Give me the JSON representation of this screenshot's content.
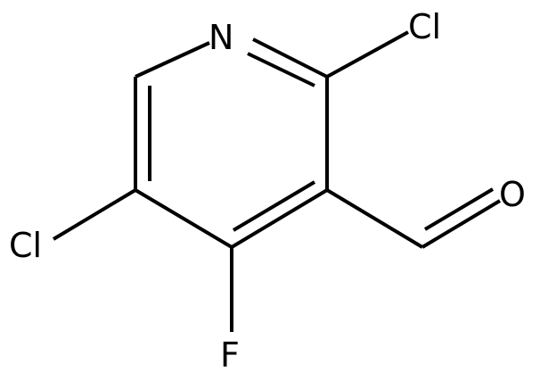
{
  "molecule": {
    "atoms": {
      "n1": "N",
      "cl2": "Cl",
      "cl5": "Cl",
      "f4": "F",
      "o": "O"
    },
    "colors": {
      "bond": "#000000",
      "label": "#000000",
      "background": "#ffffff"
    }
  }
}
